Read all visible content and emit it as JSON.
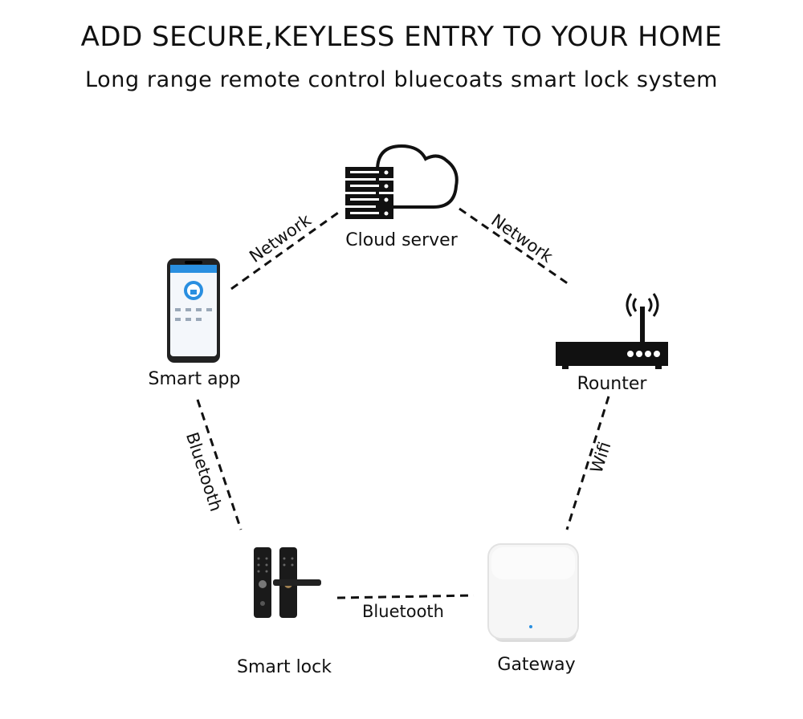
{
  "header": {
    "title": "ADD SECURE,KEYLESS ENTRY TO YOUR HOME",
    "subtitle": "Long range remote control bluecoats smart lock system"
  },
  "nodes": {
    "cloud_server": "Cloud server",
    "smart_app": "Smart app",
    "router": "Rounter",
    "smart_lock": "Smart lock",
    "gateway": "Gateway"
  },
  "links": {
    "app_cloud": "Network",
    "cloud_router": "Network",
    "app_lock": "Bluetooth",
    "router_gateway": "Wifi",
    "lock_gateway": "Bluetooth"
  },
  "colors": {
    "line": "#111111",
    "accent_blue": "#2a8fe0",
    "device_black": "#1a1a1a"
  }
}
